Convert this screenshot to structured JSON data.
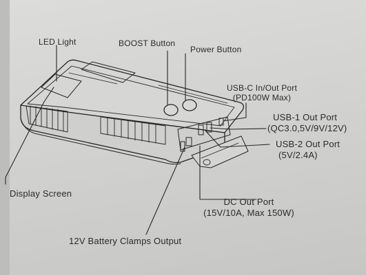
{
  "labels": {
    "led_light": "LED Light",
    "boost_button": "BOOST Button",
    "power_button": "Power Button",
    "usb_c_line1": "USB-C In/Out Port",
    "usb_c_line2": "(PD100W Max)",
    "usb1_line1": "USB-1 Out Port",
    "usb1_line2": "(QC3.0,5V/9V/12V)",
    "usb2_line1": "USB-2 Out Port",
    "usb2_line2": "(5V/2.4A)",
    "display_screen": "Display Screen",
    "dc_line1": "DC Out Port",
    "dc_line2": "(15V/10A, Max 150W)",
    "battery_clamps": "12V Battery Clamps Output"
  }
}
